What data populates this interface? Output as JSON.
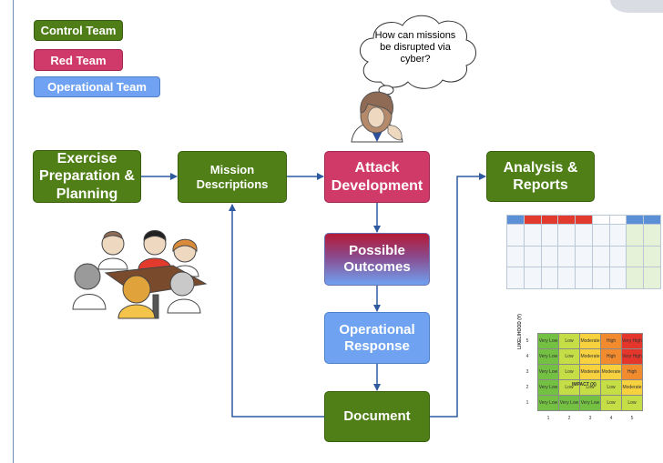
{
  "legend": {
    "control": "Control Team",
    "red": "Red Team",
    "operational": "Operational Team"
  },
  "cloud": {
    "text": "How can missions be disrupted via cyber?"
  },
  "flow": {
    "prep": "Exercise Preparation & Planning",
    "mission": "Mission Descriptions",
    "attack": "Attack Development",
    "outcomes": "Possible Outcomes",
    "response": "Operational Response",
    "document": "Document",
    "analysis": "Analysis & Reports"
  },
  "heatmap": {
    "rows": [
      {
        "y": "5",
        "cells": [
          "Very Low",
          "Low",
          "Moderate",
          "High",
          "Very High"
        ]
      },
      {
        "y": "4",
        "cells": [
          "Very Low",
          "Low",
          "Moderate",
          "High",
          "Very High"
        ]
      },
      {
        "y": "3",
        "cells": [
          "Very Low",
          "Low",
          "Moderate",
          "Moderate",
          "High"
        ]
      },
      {
        "y": "2",
        "cells": [
          "Very Low",
          "Low",
          "Low",
          "Low",
          "Moderate"
        ]
      },
      {
        "y": "1",
        "cells": [
          "Very Low",
          "Very Low",
          "Very Low",
          "Low",
          "Low"
        ]
      }
    ],
    "x_ticks": [
      "1",
      "2",
      "3",
      "4",
      "5"
    ],
    "y_label": "LIKELIHOOD (Y)",
    "x_label": "IMPACT (X)"
  },
  "colors": {
    "control": "#4f7d18",
    "red": "#d03a6a",
    "operational": "#6fa2f2",
    "arrow": "#2f5aa0"
  }
}
